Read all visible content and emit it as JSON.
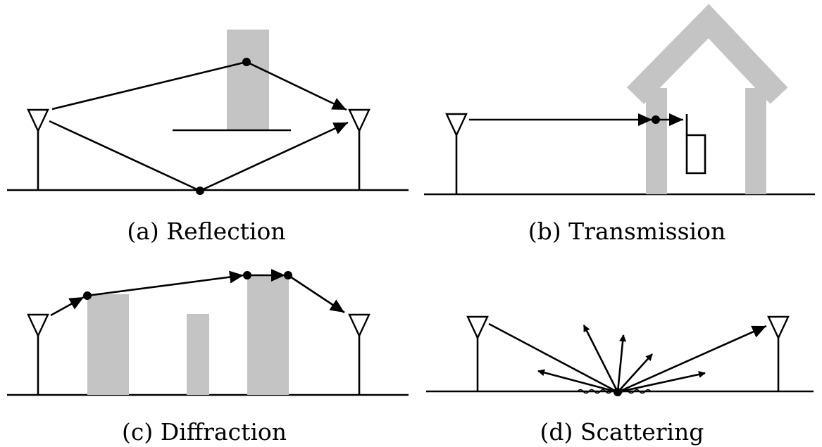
{
  "captions": {
    "a": "(a) Reflection",
    "b": "(b) Transmission",
    "c": "(c) Diffraction",
    "d": "(d) Scattering"
  },
  "colors": {
    "obstacle": "#c4c4c4",
    "line": "#000000",
    "background": "#ffffff"
  }
}
